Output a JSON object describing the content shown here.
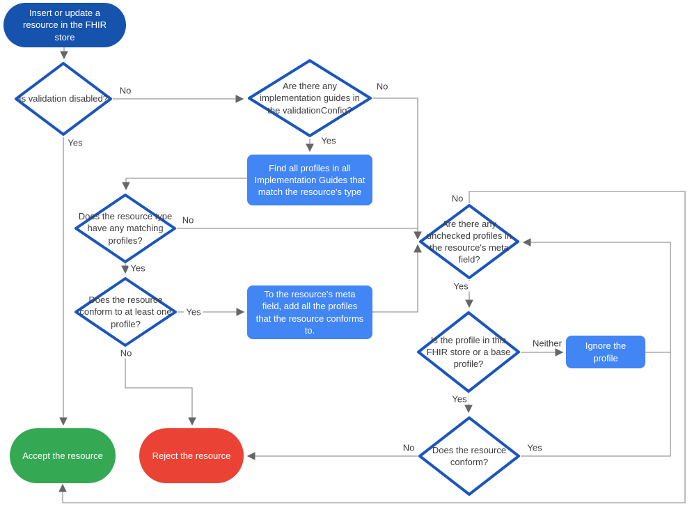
{
  "title": "FHIR store resource validation flowchart",
  "colors": {
    "start_node": "#1553ad",
    "process_node": "#4285f4",
    "accept_node": "#34a853",
    "reject_node": "#ea4335",
    "decision_border": "#1a56be",
    "connector": "#999999",
    "arrowhead": "#666666",
    "decision_text": "#3c3c3c",
    "node_text": "#ffffff"
  },
  "nodes": {
    "start": {
      "type": "terminal",
      "label": "Insert or update a resource in the FHIR store"
    },
    "validation_disabled": {
      "type": "decision",
      "label": "Is validation disabled?"
    },
    "implementation_guides": {
      "type": "decision",
      "label": "Are there any implementation guides in the validationConfig?"
    },
    "find_profiles": {
      "type": "process",
      "label": "Find all profiles in all Implementation Guides that match the resource's type"
    },
    "matching_profiles": {
      "type": "decision",
      "label": "Does the resource type have any matching profiles?"
    },
    "conform_one_profile": {
      "type": "decision",
      "label": "Does the resource conform to at least one profile?"
    },
    "add_profiles_meta": {
      "type": "process",
      "label": "To the resource's meta field, add all the profiles that the resource conforms to."
    },
    "unchecked_profiles": {
      "type": "decision",
      "label": "Are there any unchecked profiles in the resource's meta field?"
    },
    "profile_in_store": {
      "type": "decision",
      "label": "Is the profile in this FHIR store or a base profile?"
    },
    "ignore_profile": {
      "type": "process",
      "label": "Ignore the profile"
    },
    "resource_conform": {
      "type": "decision",
      "label": "Does the resource conform?"
    },
    "accept": {
      "type": "terminal",
      "label": "Accept the resource"
    },
    "reject": {
      "type": "terminal",
      "label": "Reject the resource"
    }
  },
  "edge_labels": {
    "validation_disabled_no": "No",
    "validation_disabled_yes": "Yes",
    "implementation_guides_no": "No",
    "implementation_guides_yes": "Yes",
    "matching_profiles_no": "No",
    "matching_profiles_yes": "Yes",
    "conform_one_profile_yes": "Yes",
    "conform_one_profile_no": "No",
    "unchecked_profiles_no": "No",
    "unchecked_profiles_yes": "Yes",
    "profile_in_store_neither": "Neither",
    "profile_in_store_yes": "Yes",
    "resource_conform_no": "No",
    "resource_conform_yes": "Yes"
  }
}
